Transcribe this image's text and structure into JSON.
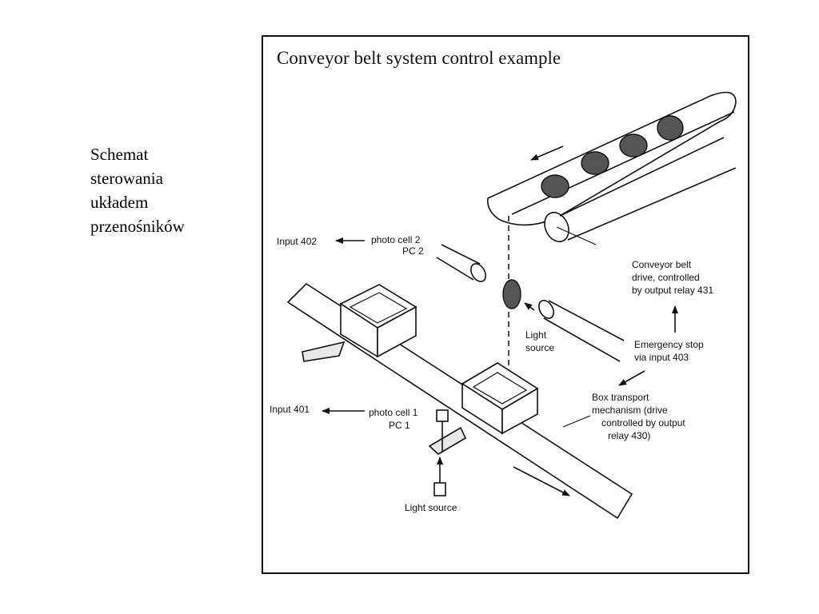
{
  "caption": {
    "lines": [
      "Schemat",
      "sterowania",
      "układem",
      "przenośników"
    ]
  },
  "figure": {
    "title": "Conveyor belt system control example",
    "labels": {
      "input_402": "Input 402",
      "photo_cell_2": "photo cell 2",
      "pc_2": "PC 2",
      "belt_drive_line1": "Conveyor belt",
      "belt_drive_line2": "drive, controlled",
      "belt_drive_line3": "by output relay 431",
      "light_source_upper_line1": "Light",
      "light_source_upper_line2": "source",
      "emergency_line1": "Emergency stop",
      "emergency_line2": "via input 403",
      "box_transport_line1": "Box transport",
      "box_transport_line2": "mechanism (drive",
      "box_transport_line3": "controlled by output",
      "box_transport_line4": "relay 430)",
      "input_401": "Input 401",
      "photo_cell_1": "photo cell 1",
      "pc_1": "PC 1",
      "light_source_lower": "Light source"
    }
  }
}
